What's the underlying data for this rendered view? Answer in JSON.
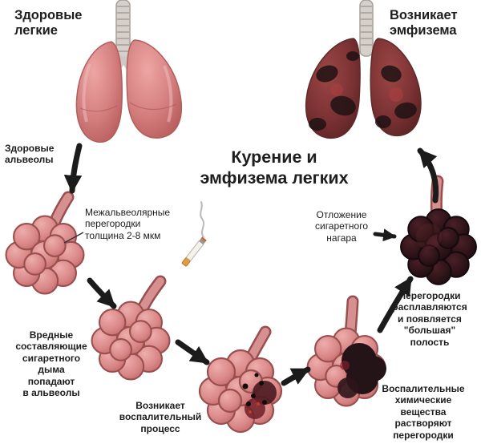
{
  "diagram": {
    "title": "Курение и\nэмфизема легких"
  },
  "labels": {
    "healthy_lungs": "Здоровые\nлегкие",
    "emphysema": "Возникает\nэмфизема",
    "healthy_alveoli": "Здоровые\nальвеолы",
    "septa": "Межальвеолярные\nперегородки\nтолщина 2-8 мкм",
    "tar_deposit": "Отложение\nсигаретного\nнагара",
    "harmful_components": "Вредные\nсоставляющие\nсигаретного\nдыма\nпопадают\nв альвеолы",
    "inflammation": "Возникает\nвоспалительный\nпроцесс",
    "chemicals": "Воспалительные\nхимические\nвещества\nрастворяют\nперегородки",
    "septa_melt": "Перегородки\nрасплавляются\nи появляется\n\"большая\"\nполость"
  },
  "icons": {
    "cigarette": "cigarette-icon",
    "arrows": "black curved process arrows"
  },
  "colors": {
    "background": "#ffffff",
    "text": "#1d1d1d",
    "arrow": "#1b1b1b",
    "lung_pink": "#d68181",
    "lung_diseased": "#7a3133",
    "alveoli_fill": "#d98787",
    "alveoli_stroke": "#9a4f4f",
    "cavity_dark": "#2c1317",
    "cigarette_filter": "#e39b3f"
  }
}
